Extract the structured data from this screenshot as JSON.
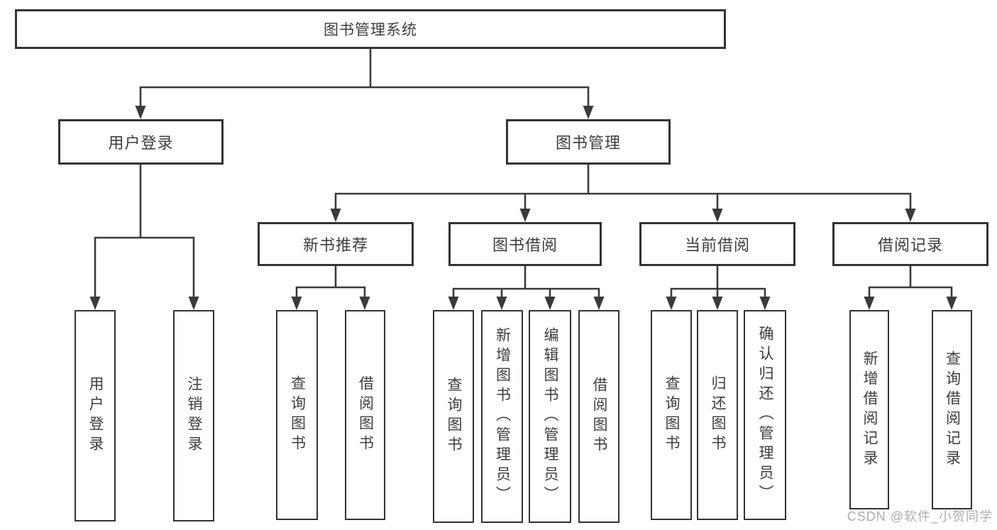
{
  "tree": {
    "label": "图书管理系统",
    "children": [
      {
        "label": "用户登录",
        "children": [
          {
            "label": "用户登录"
          },
          {
            "label": "注销登录"
          }
        ]
      },
      {
        "label": "图书管理",
        "children": [
          {
            "label": "新书推荐",
            "children": [
              {
                "label": "查询图书"
              },
              {
                "label": "借阅图书"
              }
            ]
          },
          {
            "label": "图书借阅",
            "children": [
              {
                "label": "查询图书"
              },
              {
                "label": "新增图书（管理员）"
              },
              {
                "label": "编辑图书（管理员）"
              },
              {
                "label": "借阅图书"
              }
            ]
          },
          {
            "label": "当前借阅",
            "children": [
              {
                "label": "查询图书"
              },
              {
                "label": "归还图书"
              },
              {
                "label": "确认归还（管理员）"
              }
            ]
          },
          {
            "label": "借阅记录",
            "children": [
              {
                "label": "新增借阅记录"
              },
              {
                "label": "查询借阅记录"
              }
            ]
          }
        ]
      }
    ]
  },
  "watermark": {
    "text": "CSDN @软件_小贺同学"
  },
  "colors": {
    "line": "#3a3a3a",
    "border": "#333333",
    "text": "#3d3d3d",
    "watermark": "#9e9e9e"
  }
}
